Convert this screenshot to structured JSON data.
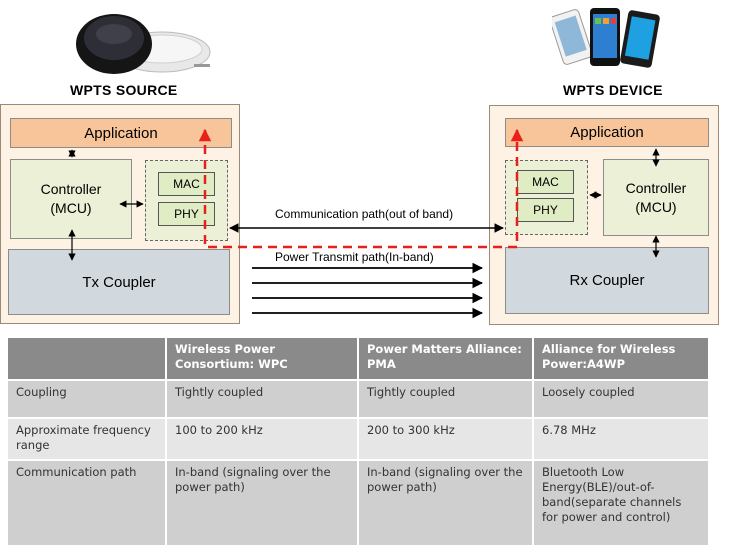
{
  "source": {
    "title": "WPTS SOURCE",
    "application": "Application",
    "controller": [
      "Controller",
      "(MCU)"
    ],
    "mac": "MAC",
    "phy": "PHY",
    "coupler": "Tx Coupler"
  },
  "device": {
    "title": "WPTS DEVICE",
    "application": "Application",
    "controller": [
      "Controller",
      "(MCU)"
    ],
    "mac": "MAC",
    "phy": "PHY",
    "coupler": "Rx Coupler"
  },
  "paths": {
    "communication": "Communication path(out of band)",
    "power": "Power Transmit path(In-band)"
  },
  "table": {
    "headers": [
      "",
      "Wireless Power Consortium: WPC",
      "Power Matters Alliance: PMA",
      "Alliance for Wireless Power:A4WP"
    ],
    "rows": [
      [
        "Coupling",
        "Tightly coupled",
        "Tightly coupled",
        "Loosely coupled"
      ],
      [
        "Approximate frequency range",
        "100 to 200 kHz",
        "200 to 300 kHz",
        "6.78 MHz"
      ],
      [
        "Communication path",
        "In-band (signaling over the power path)",
        "In-band (signaling over the power path)",
        "Bluetooth Low Energy(BLE)/out-of-band(separate channels for power and control)"
      ]
    ]
  },
  "colors": {
    "panel": "#fdf2e3",
    "application": "#f8c59a",
    "controller": "#ebf0d6",
    "coupler": "#d2d9de",
    "signal_path": "#e8201c",
    "table_header": "#8a8a8a"
  }
}
